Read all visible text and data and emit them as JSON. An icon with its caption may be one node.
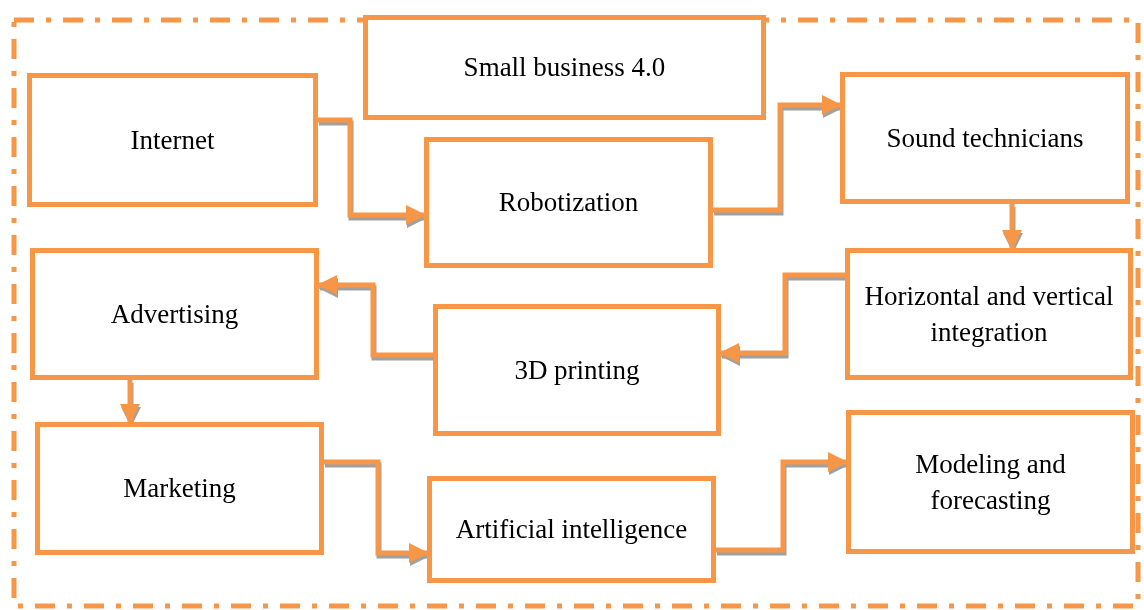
{
  "diagram": {
    "nodes": [
      {
        "text": [
          "Small business 4.0"
        ]
      },
      {
        "text": [
          "Internet"
        ]
      },
      {
        "text": [
          "Robotization"
        ]
      },
      {
        "text": [
          "Sound technicians"
        ]
      },
      {
        "text": [
          "Advertising"
        ]
      },
      {
        "text": [
          "3D printing"
        ]
      },
      {
        "text": [
          "Horizontal and vertical integration"
        ]
      },
      {
        "text": [
          "Marketing"
        ]
      },
      {
        "text": [
          "Artificial intelligence"
        ]
      },
      {
        "text": [
          "Modeling and forecasting"
        ]
      }
    ],
    "edges": [
      {
        "from": 1,
        "to": 2,
        "arrow": "to"
      },
      {
        "from": 2,
        "to": 3,
        "arrow": "to"
      },
      {
        "from": 3,
        "to": 6,
        "arrow": "to"
      },
      {
        "from": 6,
        "to": 5,
        "arrow": "to"
      },
      {
        "from": 5,
        "to": 4,
        "arrow": "to"
      },
      {
        "from": 4,
        "to": 7,
        "arrow": "to"
      },
      {
        "from": 7,
        "to": 8,
        "arrow": "to"
      },
      {
        "from": 8,
        "to": 9,
        "arrow": "to"
      }
    ]
  }
}
